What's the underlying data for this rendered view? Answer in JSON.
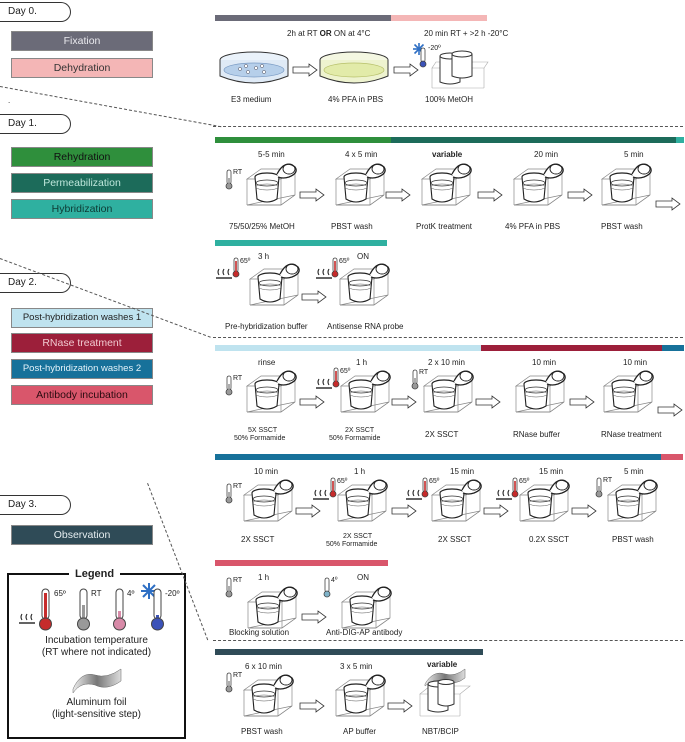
{
  "days": {
    "d0": "Day 0.",
    "d1": "Day 1.",
    "d2": "Day 2.",
    "d3": "Day 3."
  },
  "legend_steps": {
    "fixation": {
      "label": "Fixation",
      "color": "#6b6b78"
    },
    "dehydration": {
      "label": "Dehydration",
      "color": "#f4b6b6"
    },
    "rehydration": {
      "label": "Rehydration",
      "color": "#2f8f3c"
    },
    "permeabilization": {
      "label": "Permeabilization",
      "color": "#1c6b5a"
    },
    "hybridization": {
      "label": "Hybridization",
      "color": "#2fb0a0"
    },
    "posthyb1": {
      "label": "Post-hybridization washes 1",
      "color": "#bfe3ef"
    },
    "rnase": {
      "label": "RNase treatment",
      "color": "#9c1f3a"
    },
    "posthyb2": {
      "label": "Post-hybridization washes 2",
      "color": "#17719a"
    },
    "antibody": {
      "label": "Antibody incubation",
      "color": "#d9566b"
    },
    "observation": {
      "label": "Observation",
      "color": "#2f4b57"
    }
  },
  "legend": {
    "title": "Legend",
    "temps": {
      "t65": "65º",
      "rt": "RT",
      "t4": "4º",
      "tm20": "-20º"
    },
    "incubation": "Incubation temperature",
    "incubation_note": "(RT where not indicated)",
    "foil": "Aluminum foil",
    "foil_note": "(light-sensitive step)"
  },
  "row0": {
    "time1": "2h at RT",
    "time1_or": "OR",
    "time1_b": "ON at 4°C",
    "time2": "20 min RT + >2 h -20°C",
    "temp": "-20º",
    "s1": "E3 medium",
    "s2": "4% PFA in PBS",
    "s3": "100% MetOH"
  },
  "row1": {
    "t1": "5-5 min",
    "t2": "4 x 5 min",
    "t3": "variable",
    "t4": "20 min",
    "t5": "5 min",
    "rt": "RT",
    "s1": "75/50/25% MetOH",
    "s2": "PBST wash",
    "s3": "ProtK treatment",
    "s4": "4% PFA in PBS",
    "s5": "PBST wash"
  },
  "row2": {
    "t1": "3 h",
    "t2": "ON",
    "temp1": "65º",
    "temp2": "65º",
    "s1": "Pre-hybridization buffer",
    "s2": "Antisense RNA probe"
  },
  "row3": {
    "t1": "rinse",
    "t2": "1 h",
    "t3": "2 x 10 min",
    "t4": "10 min",
    "t5": "10 min",
    "rt": "RT",
    "temp": "65º",
    "s1a": "5X SSCT",
    "s1b": "50% Formamide",
    "s2a": "2X SSCT",
    "s2b": "50% Formamide",
    "s3": "2X SSCT",
    "s4": "RNase buffer",
    "s5": "RNase treatment"
  },
  "row4": {
    "t1": "10 min",
    "t2": "1 h",
    "t3": "15 min",
    "t4": "15 min",
    "t5": "5 min",
    "rt": "RT",
    "temp": "65º",
    "s1": "2X SSCT",
    "s2a": "2X SSCT",
    "s2b": "50% Formamide",
    "s3": "2X SSCT",
    "s4": "0.2X SSCT",
    "s5": "PBST wash"
  },
  "row5": {
    "t1": "1 h",
    "t2": "ON",
    "rt": "RT",
    "temp": "4º",
    "s1": "Blocking solution",
    "s2": "Anti-DIG-AP antibody"
  },
  "row6": {
    "t1": "6 x 10 min",
    "t2": "3 x 5 min",
    "t3": "variable",
    "rt": "RT",
    "s1": "PBST wash",
    "s2": "AP buffer",
    "s3": "NBT/BCIP"
  },
  "dot": "."
}
